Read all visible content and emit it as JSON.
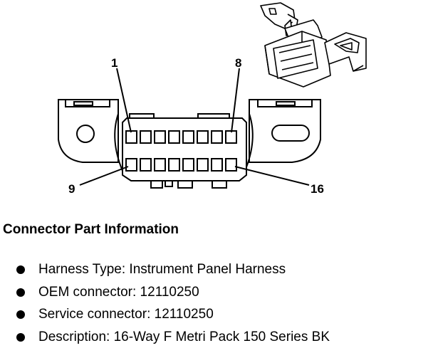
{
  "diagram": {
    "pin_labels": {
      "top_left": "1",
      "top_right": "8",
      "bottom_left": "9",
      "bottom_right": "16"
    }
  },
  "section_title": "Connector Part Information",
  "info_items": [
    "Harness Type: Instrument Panel Harness",
    "OEM connector: 12110250",
    "Service connector: 12110250",
    "Description: 16-Way F Metri Pack 150 Series BK"
  ]
}
